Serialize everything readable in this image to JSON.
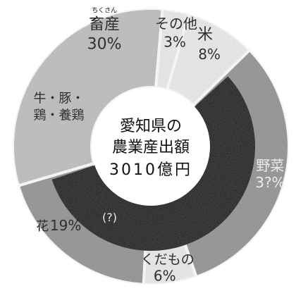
{
  "chart_data": {
    "type": "pie",
    "center_text": [
      "愛知県の",
      "農業産出額",
      "3010億円"
    ],
    "slices": [
      {
        "label": "米",
        "value": 8,
        "value_text": "8%",
        "color": "#ececec",
        "inner": null
      },
      {
        "label": "野菜",
        "value": 31,
        "value_text": "31%",
        "color": "#8f8f8f",
        "inner": null,
        "label_display": "野菜",
        "value_display": "3?%"
      },
      {
        "label": "くだもの",
        "value": 6,
        "value_text": "6%",
        "color": "#ececec",
        "inner": null
      },
      {
        "label": "花",
        "value": 19,
        "value_text": "19%",
        "color": "#8f8f8f",
        "inner": "(?)",
        "label_display": "花",
        "value_display": "19%"
      },
      {
        "label": "畜産",
        "value": 30,
        "value_text": "30%",
        "color": "#bdbdbd",
        "inner": "牛・豚・鶏・養鶏",
        "furigana": "ちくさん"
      },
      {
        "label": "その他",
        "value": 3,
        "value_text": "3%",
        "color": "#ececec",
        "inner": null
      }
    ],
    "colors": {
      "dark": "#8f8f8f",
      "mid": "#bdbdbd",
      "light": "#ececec",
      "ring": "#1b1b1b"
    }
  }
}
